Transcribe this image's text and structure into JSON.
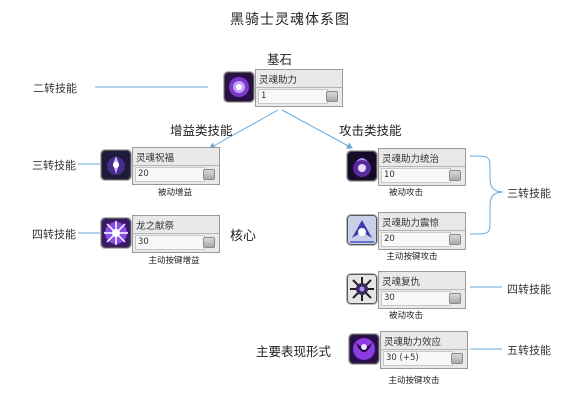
{
  "title": "黑骑士灵魂体系图",
  "labels": {
    "base_stone": "基石",
    "buff_skills": "增益类技能",
    "attack_skills": "攻击类技能",
    "second_job_left": "二转技能",
    "third_job_left": "三转技能",
    "fourth_job_left": "四转技能",
    "core": "核心",
    "third_job_right": "三转技能",
    "fourth_job_right": "四转技能",
    "fifth_job_right": "五转技能",
    "main_form": "主要表现形式"
  },
  "skills": [
    {
      "name": "灵魂助力",
      "level": "1",
      "caption": "",
      "icon": "soul-orb-icon"
    },
    {
      "name": "灵魂祝福",
      "level": "20",
      "caption": "被动增益",
      "icon": "soul-blessing-icon"
    },
    {
      "name": "龙之献祭",
      "level": "30",
      "caption": "主动按键增益",
      "icon": "dragon-sacrifice-icon"
    },
    {
      "name": "灵魂助力统治",
      "level": "10",
      "caption": "被动攻击",
      "icon": "soul-dominion-icon"
    },
    {
      "name": "灵魂助力震惊",
      "level": "20",
      "caption": "主动按键攻击",
      "icon": "soul-shock-icon"
    },
    {
      "name": "灵魂复仇",
      "level": "30",
      "caption": "被动攻击",
      "icon": "soul-revenge-icon"
    },
    {
      "name": "灵魂助力效应",
      "level": "30 (+5)",
      "caption": "主动按键攻击",
      "icon": "soul-effect-icon"
    }
  ],
  "colors": {
    "connector": "#6aa8d8",
    "panel": "#e9e9e9",
    "icon_purple": "#6a2bb0"
  }
}
